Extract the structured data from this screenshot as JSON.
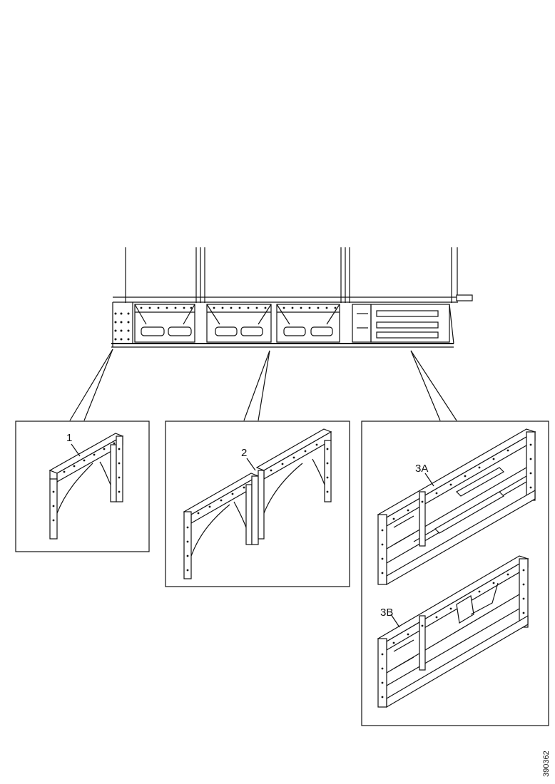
{
  "callouts": {
    "c1": "1",
    "c2": "2",
    "c3a": "3A",
    "c3b": "3B"
  },
  "document_number": "390362"
}
